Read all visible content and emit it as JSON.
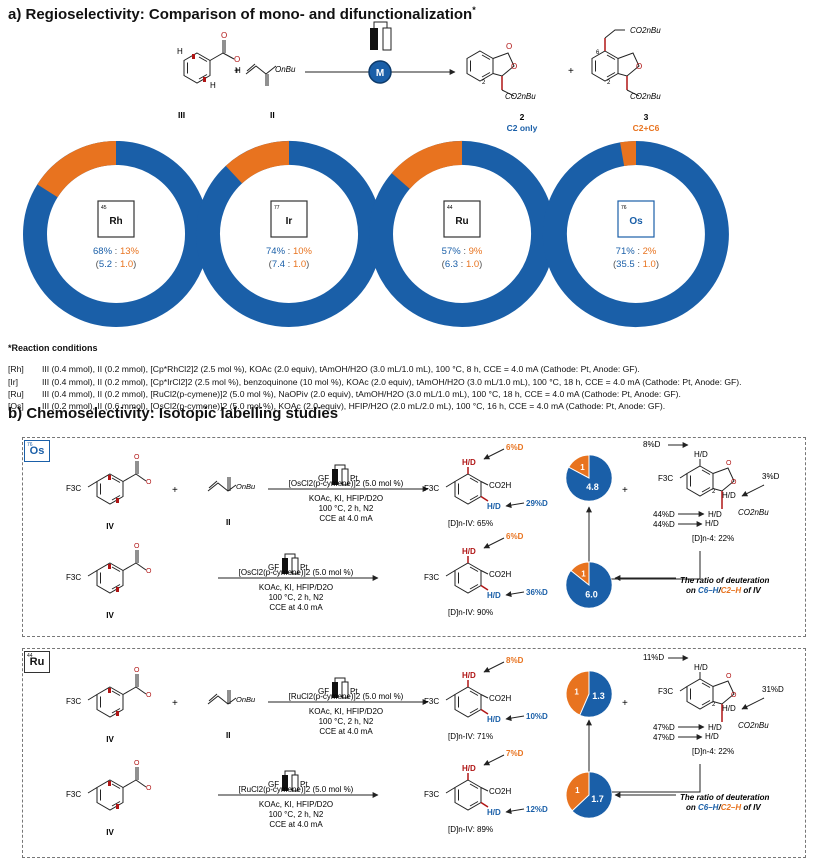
{
  "section_a": {
    "title": "a) Regioselectivity: Comparison of mono- and difunctionalization",
    "title_mark": "*",
    "compound_III": "III",
    "compound_II": "II",
    "plus": "+",
    "OnBu": "OnBu",
    "CO2nBu": "CO2nBu",
    "electrode": "M",
    "product2": {
      "num": "2",
      "note": "C2 only"
    },
    "product3": {
      "num": "3",
      "note": "C2+C6"
    },
    "c2": "2",
    "c6": "6",
    "catalysts": [
      {
        "symbol": "Rh",
        "z": "45",
        "ratio": "68% : 13%",
        "sel": "(5.2 : 1.0)",
        "c2_pct": 68,
        "c2c6_pct": 13
      },
      {
        "symbol": "Ir",
        "z": "77",
        "ratio": "74% : 10%",
        "sel": "(7.4 : 1.0)",
        "c2_pct": 74,
        "c2c6_pct": 10
      },
      {
        "symbol": "Ru",
        "z": "44",
        "ratio": "57% : 9%",
        "sel": "(6.3 : 1.0)",
        "c2_pct": 57,
        "c2c6_pct": 9
      },
      {
        "symbol": "Os",
        "z": "76",
        "ratio": "71% : 2%",
        "sel": "(35.5 : 1.0)",
        "c2_pct": 71,
        "c2c6_pct": 2
      }
    ]
  },
  "conditions": {
    "title": "*Reaction conditions",
    "rows": [
      {
        "metal": "[Rh]",
        "text": "III (0.4 mmol), II (0.2 mmol), [Cp*RhCl2]2 (2.5 mol %), KOAc (2.0 equiv), tAmOH/H2O (3.0 mL/1.0 mL), 100 °C, 8 h, CCE = 4.0 mA (Cathode: Pt, Anode: GF)."
      },
      {
        "metal": "[Ir]",
        "text": "III (0.4 mmol), II (0.2 mmol), [Cp*IrCl2]2 (2.5 mol %), benzoquinone (10 mol %), KOAc (2.0 equiv), tAmOH/H2O (3.0 mL/1.0 mL), 100 °C, 18 h, CCE = 4.0 mA (Cathode: Pt, Anode: GF)."
      },
      {
        "metal": "[Ru]",
        "text": "III (0.4 mmol), II (0.2 mmol), [RuCl2(p-cymene)]2 (5.0 mol %), NaOPiv (2.0 equiv), tAmOH/H2O (3.0 mL/1.0 mL), 100 °C, 18 h, CCE = 4.0 mA (Cathode: Pt, Anode: GF)."
      },
      {
        "metal": "[Os]",
        "text": "III (0.2 mmol), II (0.6 mmol), [OsCl2(p-cymene)]2 (5.0 mol %), KOAc (2.0 equiv), HFIP/H2O (2.0 mL/2.0 mL), 100 °C, 16 h, CCE = 4.0 mA (Cathode: Pt, Anode: GF)."
      }
    ]
  },
  "section_b": {
    "title": "b) Chemoselectivity: Isotopic labelling studies",
    "IV": "IV",
    "II": "II",
    "F3C": "F3C",
    "CO2H": "CO2H",
    "HD": "H/D",
    "GF": "GF",
    "Pt": "Pt",
    "plus": "+",
    "ratio_note_1": "The ratio of deuteration",
    "ratio_note_2a": "on ",
    "ratio_note_c6": "C6–H",
    "ratio_note_slash": "/",
    "ratio_note_c2": "C2–H",
    "ratio_note_2b": " of IV",
    "panels": [
      {
        "symbol": "Os",
        "z": "76",
        "rows": [
          {
            "cat": "[OsCl2(p-cymene)]2 (5.0 mol %)",
            "c1": "KOAc, KI, HFIP/D2O",
            "c2": "100 °C, 2 h, N2",
            "c3": "CCE at 4.0 mA",
            "top": "6%D",
            "bot": "29%D",
            "yield": "[D]n-IV: 65%",
            "pie_small": "1",
            "pie_big": "4.8",
            "pie_small_v": 1,
            "pie_big_v": 4.8
          },
          {
            "cat": "[OsCl2(p-cymene)]2 (5.0 mol %)",
            "c1": "KOAc, KI, HFIP/D2O",
            "c2": "100 °C, 2 h, N2",
            "c3": "CCE at 4.0 mA",
            "top": "6%D",
            "bot": "36%D",
            "yield": "[D]n-IV: 90%",
            "pie_small": "1",
            "pie_big": "6.0",
            "pie_small_v": 1,
            "pie_big_v": 6.0
          }
        ],
        "product4": {
          "d1": "8%D",
          "d2": "3%D",
          "d3": "44%D",
          "d4": "44%D",
          "label": "[D]n-4: 22%",
          "c2": "2"
        }
      },
      {
        "symbol": "Ru",
        "z": "44",
        "rows": [
          {
            "cat": "[RuCl2(p-cymene)]2 (5.0 mol %)",
            "c1": "KOAc, KI, HFIP/D2O",
            "c2": "100 °C, 2 h, N2",
            "c3": "CCE at 4.0 mA",
            "top": "8%D",
            "bot": "10%D",
            "yield": "[D]n-IV: 71%",
            "pie_small": "1",
            "pie_big": "1.3",
            "pie_small_v": 1,
            "pie_big_v": 1.3
          },
          {
            "cat": "[RuCl2(p-cymene)]2 (5.0 mol %)",
            "c1": "KOAc, KI, HFIP/D2O",
            "c2": "100 °C, 2 h, N2",
            "c3": "CCE at 4.0 mA",
            "top": "7%D",
            "bot": "12%D",
            "yield": "[D]n-IV: 89%",
            "pie_small": "1",
            "pie_big": "1.7",
            "pie_small_v": 1,
            "pie_big_v": 1.7
          }
        ],
        "product4": {
          "d1": "11%D",
          "d2": "31%D",
          "d3": "47%D",
          "d4": "47%D",
          "label": "[D]n-4: 22%",
          "c2": "2"
        }
      }
    ]
  },
  "colors": {
    "blue": "#1a5fa8",
    "orange": "#e8731f",
    "red": "#b01515"
  }
}
